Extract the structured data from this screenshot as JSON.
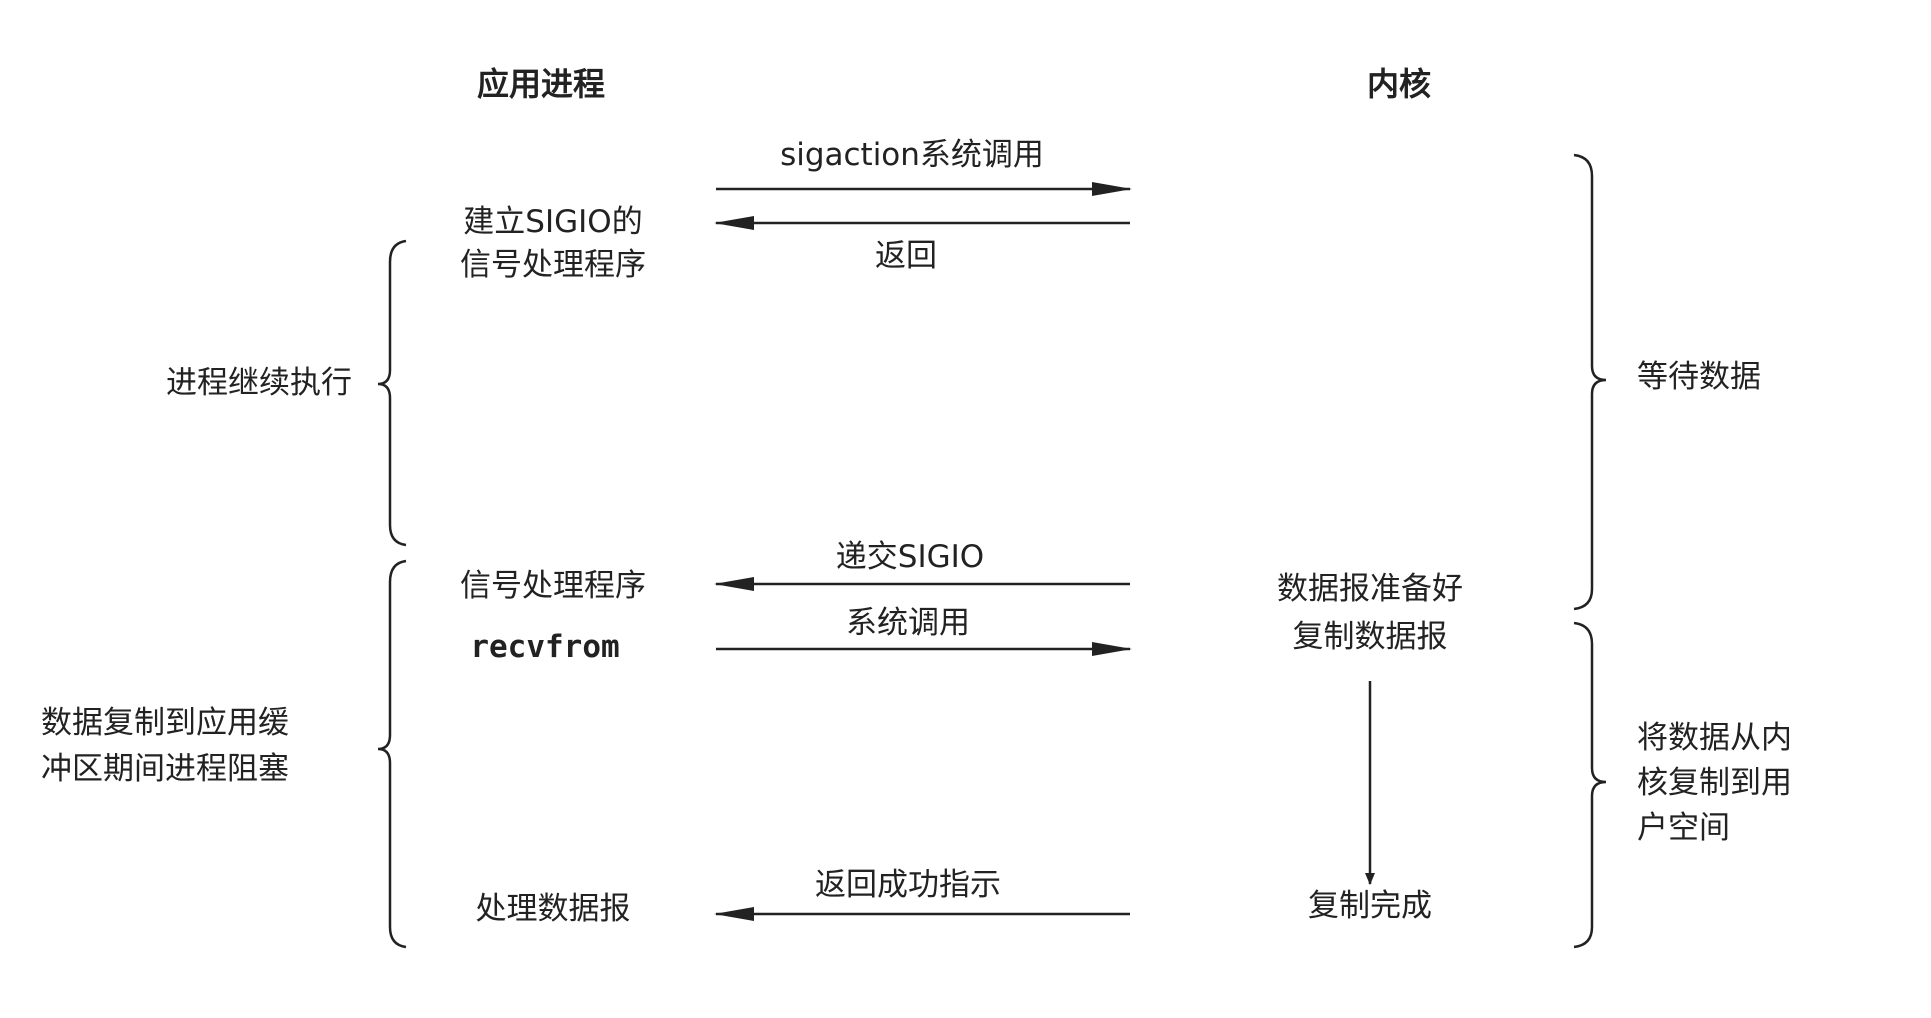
{
  "headers": {
    "app": "应用进程",
    "kernel": "内核"
  },
  "messages": [
    {
      "label": "sigaction系统调用",
      "direction": "to-kernel"
    },
    {
      "label": "返回",
      "direction": "to-app"
    },
    {
      "label": "递交SIGIO",
      "direction": "to-app"
    },
    {
      "label": "系统调用",
      "direction": "to-kernel"
    },
    {
      "label": "返回成功指示",
      "direction": "to-app"
    }
  ],
  "app_steps": {
    "setup_line1": "建立SIGIO的",
    "setup_line2": "信号处理程序",
    "handler": "信号处理程序",
    "recvfrom": "recvfrom",
    "process": "处理数据报"
  },
  "kernel_steps": {
    "ready": "数据报准备好",
    "copy": "复制数据报",
    "done": "复制完成"
  },
  "phases_left": {
    "continue": "进程继续执行",
    "blocked_line1": "数据复制到应用缓",
    "blocked_line2": "冲区期间进程阻塞"
  },
  "phases_right": {
    "wait": "等待数据",
    "copy_line1": "将数据从内",
    "copy_line2": "核复制到用",
    "copy_line3": "户空间"
  }
}
